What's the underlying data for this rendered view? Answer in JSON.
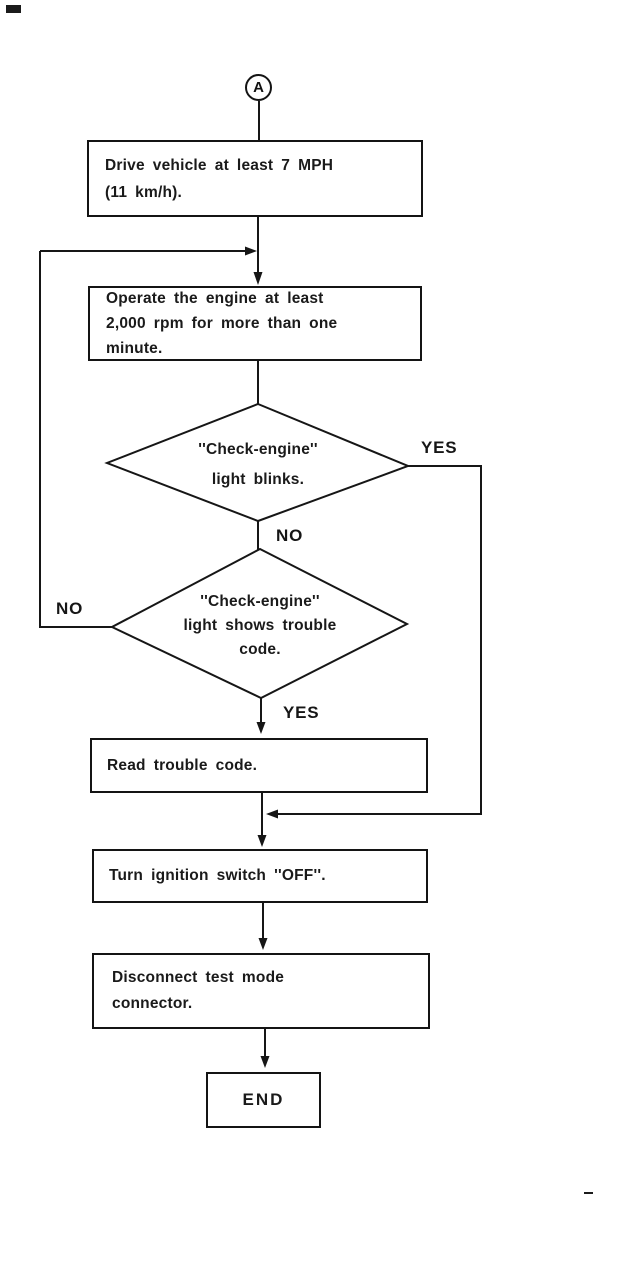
{
  "flowchart": {
    "connector_a": "A",
    "box_drive": [
      "Drive vehicle at least 7 MPH",
      "(11 km/h)."
    ],
    "box_operate": [
      "Operate the engine at least",
      "2,000 rpm for more than one",
      "minute."
    ],
    "diamond_blinks": [
      "''Check-engine''",
      "light blinks."
    ],
    "diamond_trouble": [
      "''Check-engine''",
      "light shows  trouble",
      "code."
    ],
    "box_read": [
      "Read trouble code."
    ],
    "box_ignition": [
      "Turn ignition switch ''OFF''."
    ],
    "box_disconnect": [
      "Disconnect test mode",
      "connector."
    ],
    "box_end": [
      "END"
    ],
    "label_yes_blinks": "YES",
    "label_no_blinks": "NO",
    "label_no_trouble": "NO",
    "label_yes_trouble": "YES"
  },
  "colors": {
    "ink": "#161616",
    "paper": "#ffffff"
  }
}
